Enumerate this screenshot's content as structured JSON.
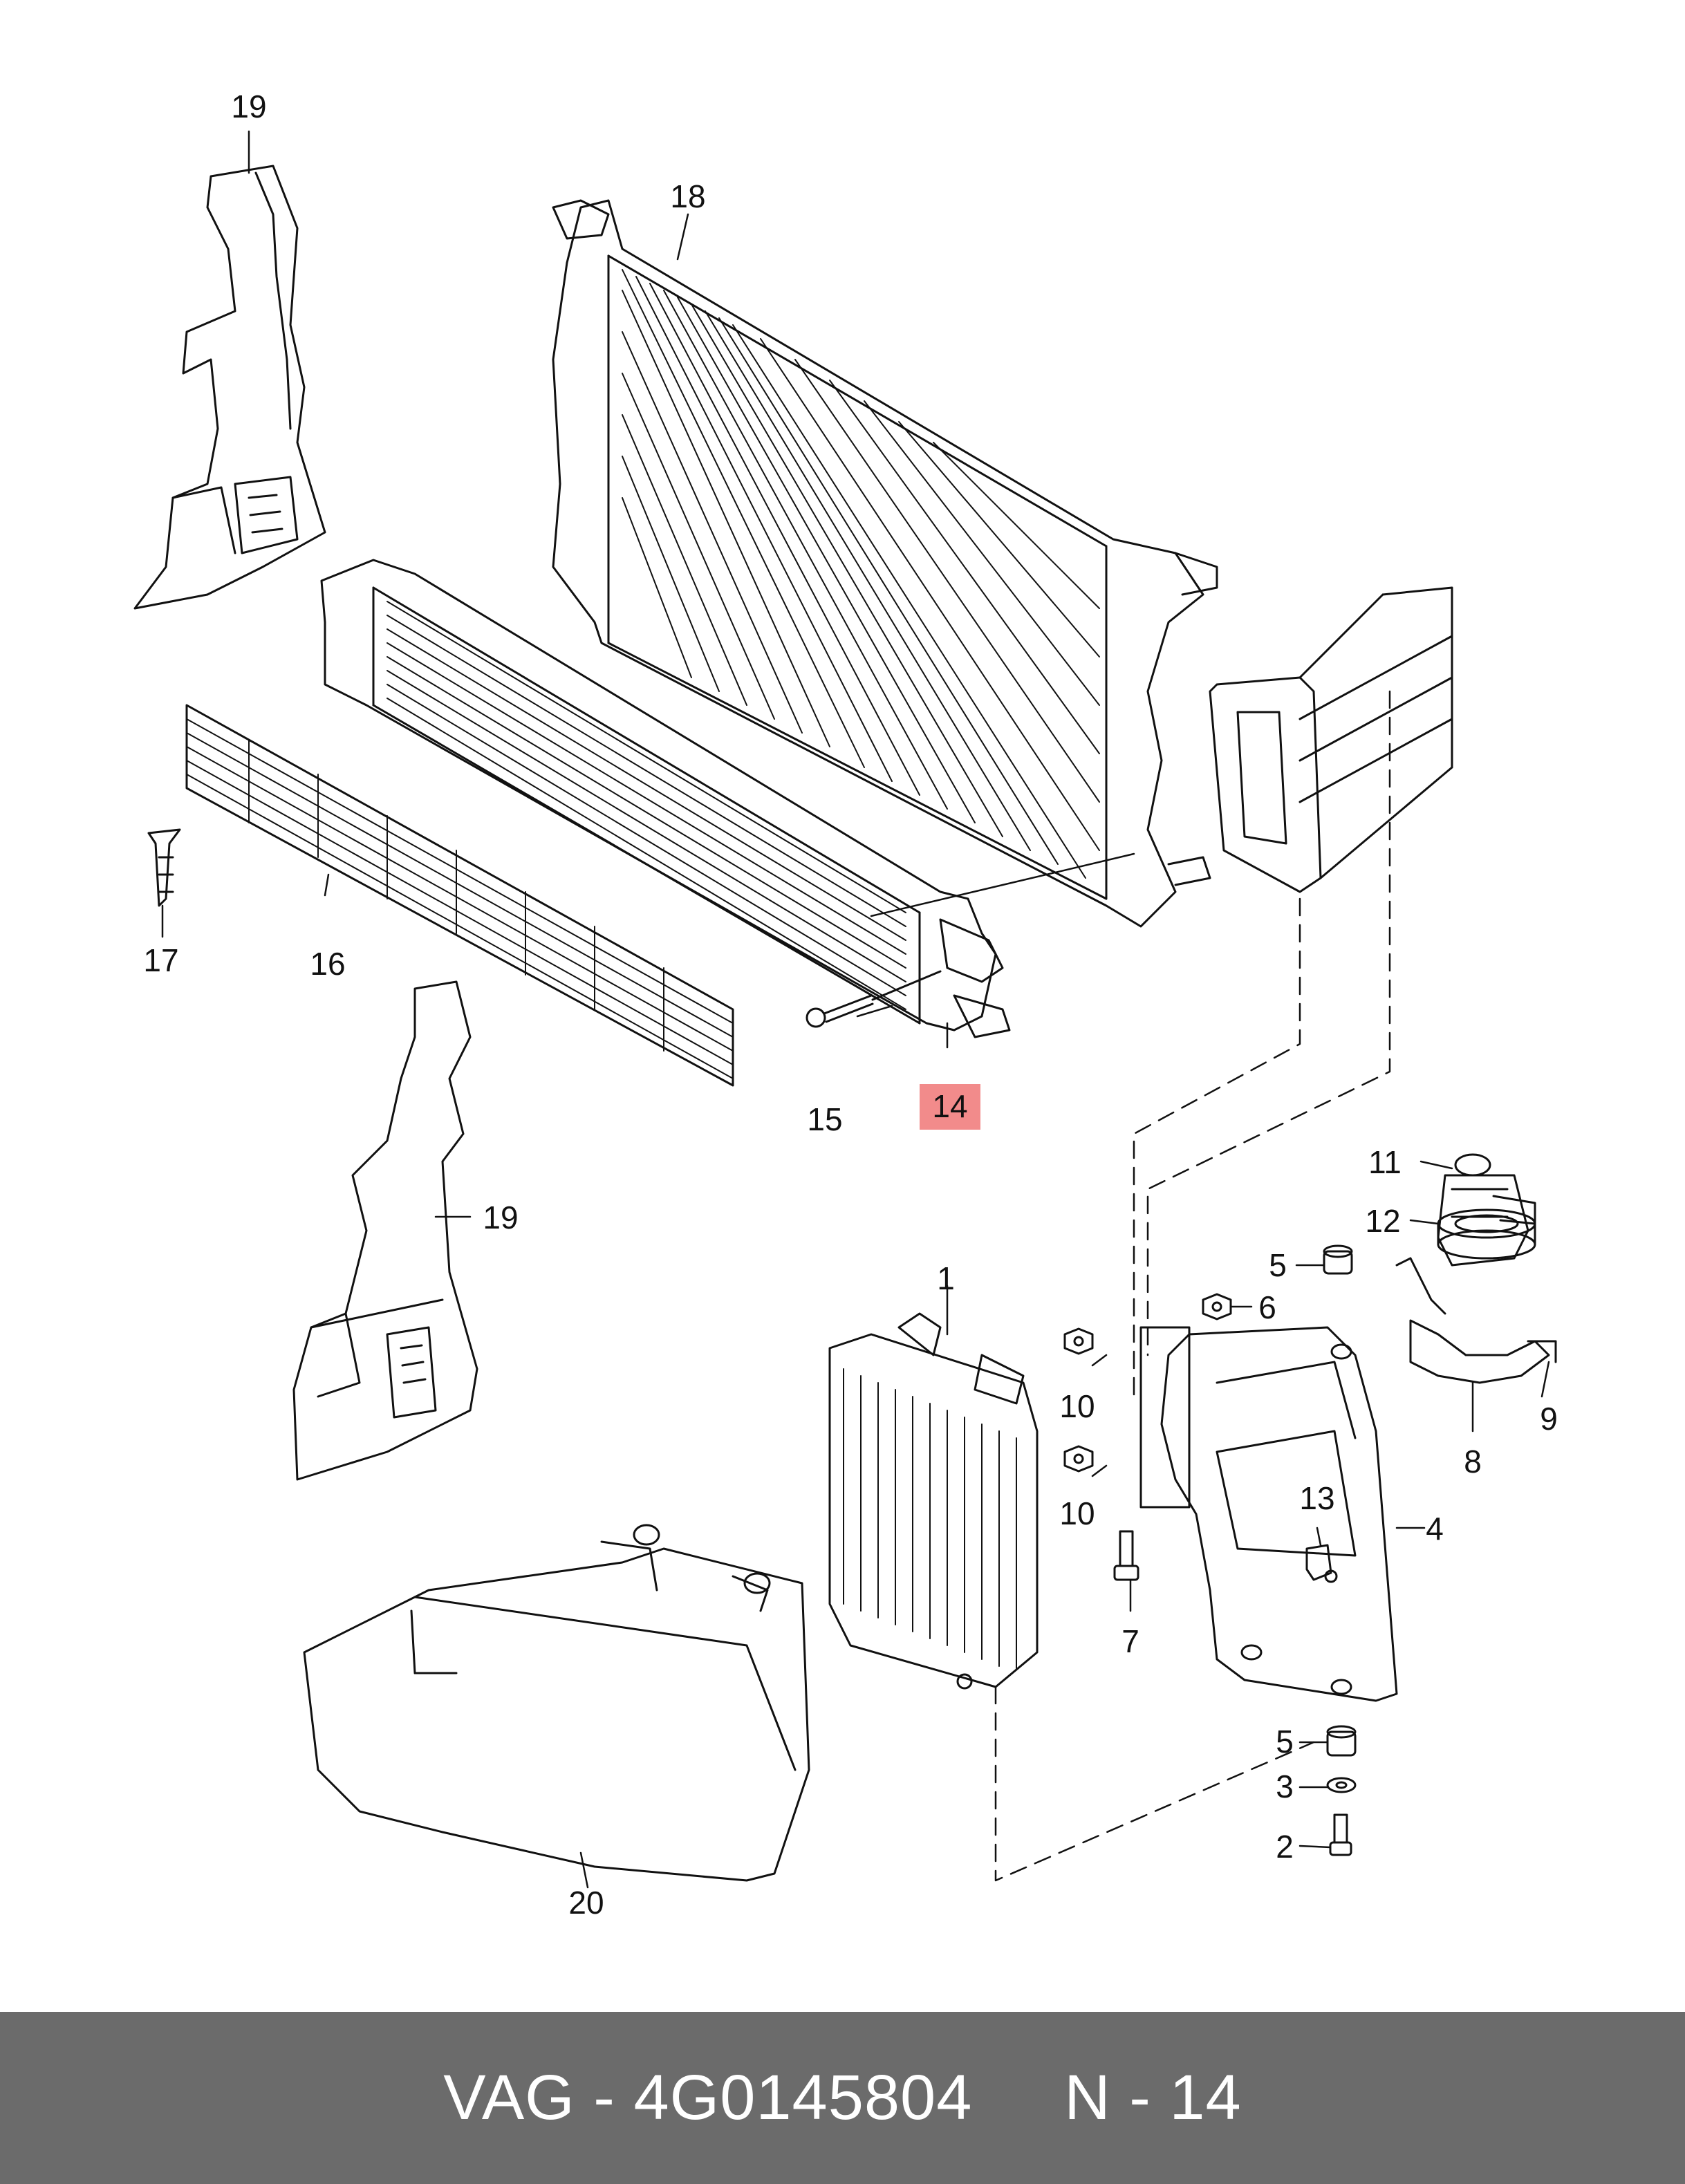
{
  "colors": {
    "line": "#111111",
    "highlight": "#f28b8b",
    "footer_bg": "#6b6b6b",
    "footer_text": "#ffffff"
  },
  "diagram": {
    "callouts": {
      "c1": "1",
      "c2": "2",
      "c3": "3",
      "c4": "4",
      "c5a": "5",
      "c5b": "5",
      "c6": "6",
      "c7": "7",
      "c8": "8",
      "c9": "9",
      "c10a": "10",
      "c10b": "10",
      "c11": "11",
      "c12": "12",
      "c13": "13",
      "c14": "14",
      "c15": "15",
      "c16": "16",
      "c17": "17",
      "c18": "18",
      "c19a": "19",
      "c19b": "19",
      "c20": "20"
    },
    "highlighted_part": "14"
  },
  "footer": {
    "text": "VAG - 4G0145804     N - 14"
  }
}
